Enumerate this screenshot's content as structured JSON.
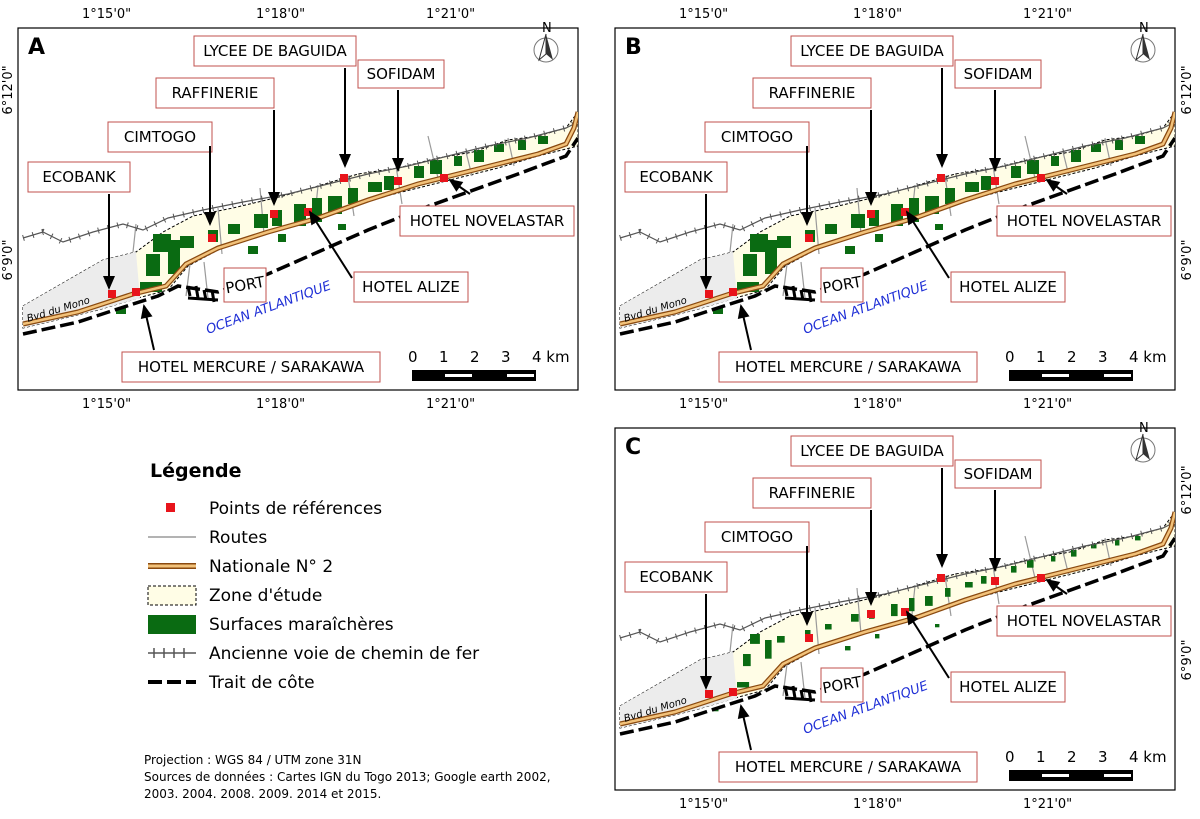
{
  "panels": [
    {
      "letter": "A",
      "top_lon": [
        "1°15'0\"",
        "1°18'0\"",
        "1°21'0\""
      ],
      "bottom_lon": [
        "1°15'0\"",
        "1°18'0\"",
        "1°21'0\""
      ],
      "left_lat": [
        "6°12'0\"",
        "6°9'0\""
      ],
      "right_lat": []
    },
    {
      "letter": "B",
      "top_lon": [
        "1°15'0\"",
        "1°18'0\"",
        "1°21'0\""
      ],
      "bottom_lon": [
        "1°15'0\"",
        "1°18'0\"",
        "1°21'0\""
      ],
      "left_lat": [],
      "right_lat": [
        "6°12'0\"",
        "6°9'0\""
      ]
    },
    {
      "letter": "C",
      "top_lon": [],
      "bottom_lon": [
        "1°15'0\"",
        "1°18'0\"",
        "1°21'0\""
      ],
      "left_lat": [],
      "right_lat": [
        "6°12'0\"",
        "6°9'0\""
      ]
    }
  ],
  "places": {
    "lycee": "LYCEE DE BAGUIDA",
    "sofidam": "SOFIDAM",
    "raffinerie": "RAFFINERIE",
    "cimtogo": "CIMTOGO",
    "ecobank": "ECOBANK",
    "novelastar": "HOTEL NOVELASTAR",
    "alize": "HOTEL ALIZE",
    "port": "PORT",
    "mercure": "HOTEL MERCURE / SARAKAWA"
  },
  "ocean_label": "OCEAN ATLANTIQUE",
  "road_label": "Bvd du Mono",
  "north_label": "N",
  "scale": {
    "ticks": [
      "0",
      "1",
      "2",
      "3",
      "4 km"
    ]
  },
  "legend": {
    "title": "Légende",
    "items": [
      {
        "label": "Points de références",
        "symbol": "point",
        "color": "#e8141b"
      },
      {
        "label": "Routes",
        "symbol": "road",
        "color": "#9a9a9a"
      },
      {
        "label": "Nationale N° 2",
        "symbol": "national",
        "color": "#c8762a"
      },
      {
        "label": "Zone d'étude",
        "symbol": "zone",
        "color": "#fffde6"
      },
      {
        "label": "Surfaces maraîchères",
        "symbol": "farm",
        "color": "#0a6b12"
      },
      {
        "label": "Ancienne voie de chemin de fer",
        "symbol": "rail",
        "color": "#555555"
      },
      {
        "label": "Trait de côte",
        "symbol": "coast",
        "color": "#000000"
      }
    ]
  },
  "notes": [
    "Projection : WGS 84 / UTM zone 31N",
    "Sources de données : Cartes IGN du Togo 2013; Google earth 2002,",
    "2003. 2004. 2008. 2009. 2014 et 2015."
  ]
}
